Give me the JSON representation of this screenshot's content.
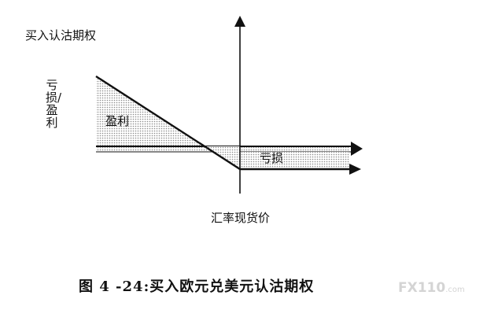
{
  "diagram": {
    "title": "买入认沽期权",
    "y_axis_label": "亏损/盈利",
    "x_axis_label": "汇率现货价",
    "region_profit": "盈利",
    "region_loss": "亏损"
  },
  "caption": "图 4 -24:买入欧元兑美元认沽期权",
  "watermark": {
    "main": "FX110",
    "suffix": ".com"
  },
  "colors": {
    "line": "#111111",
    "hatch": "#9a9a9a"
  },
  "icons": [
    "arrow-up-icon",
    "arrow-right-icon"
  ]
}
